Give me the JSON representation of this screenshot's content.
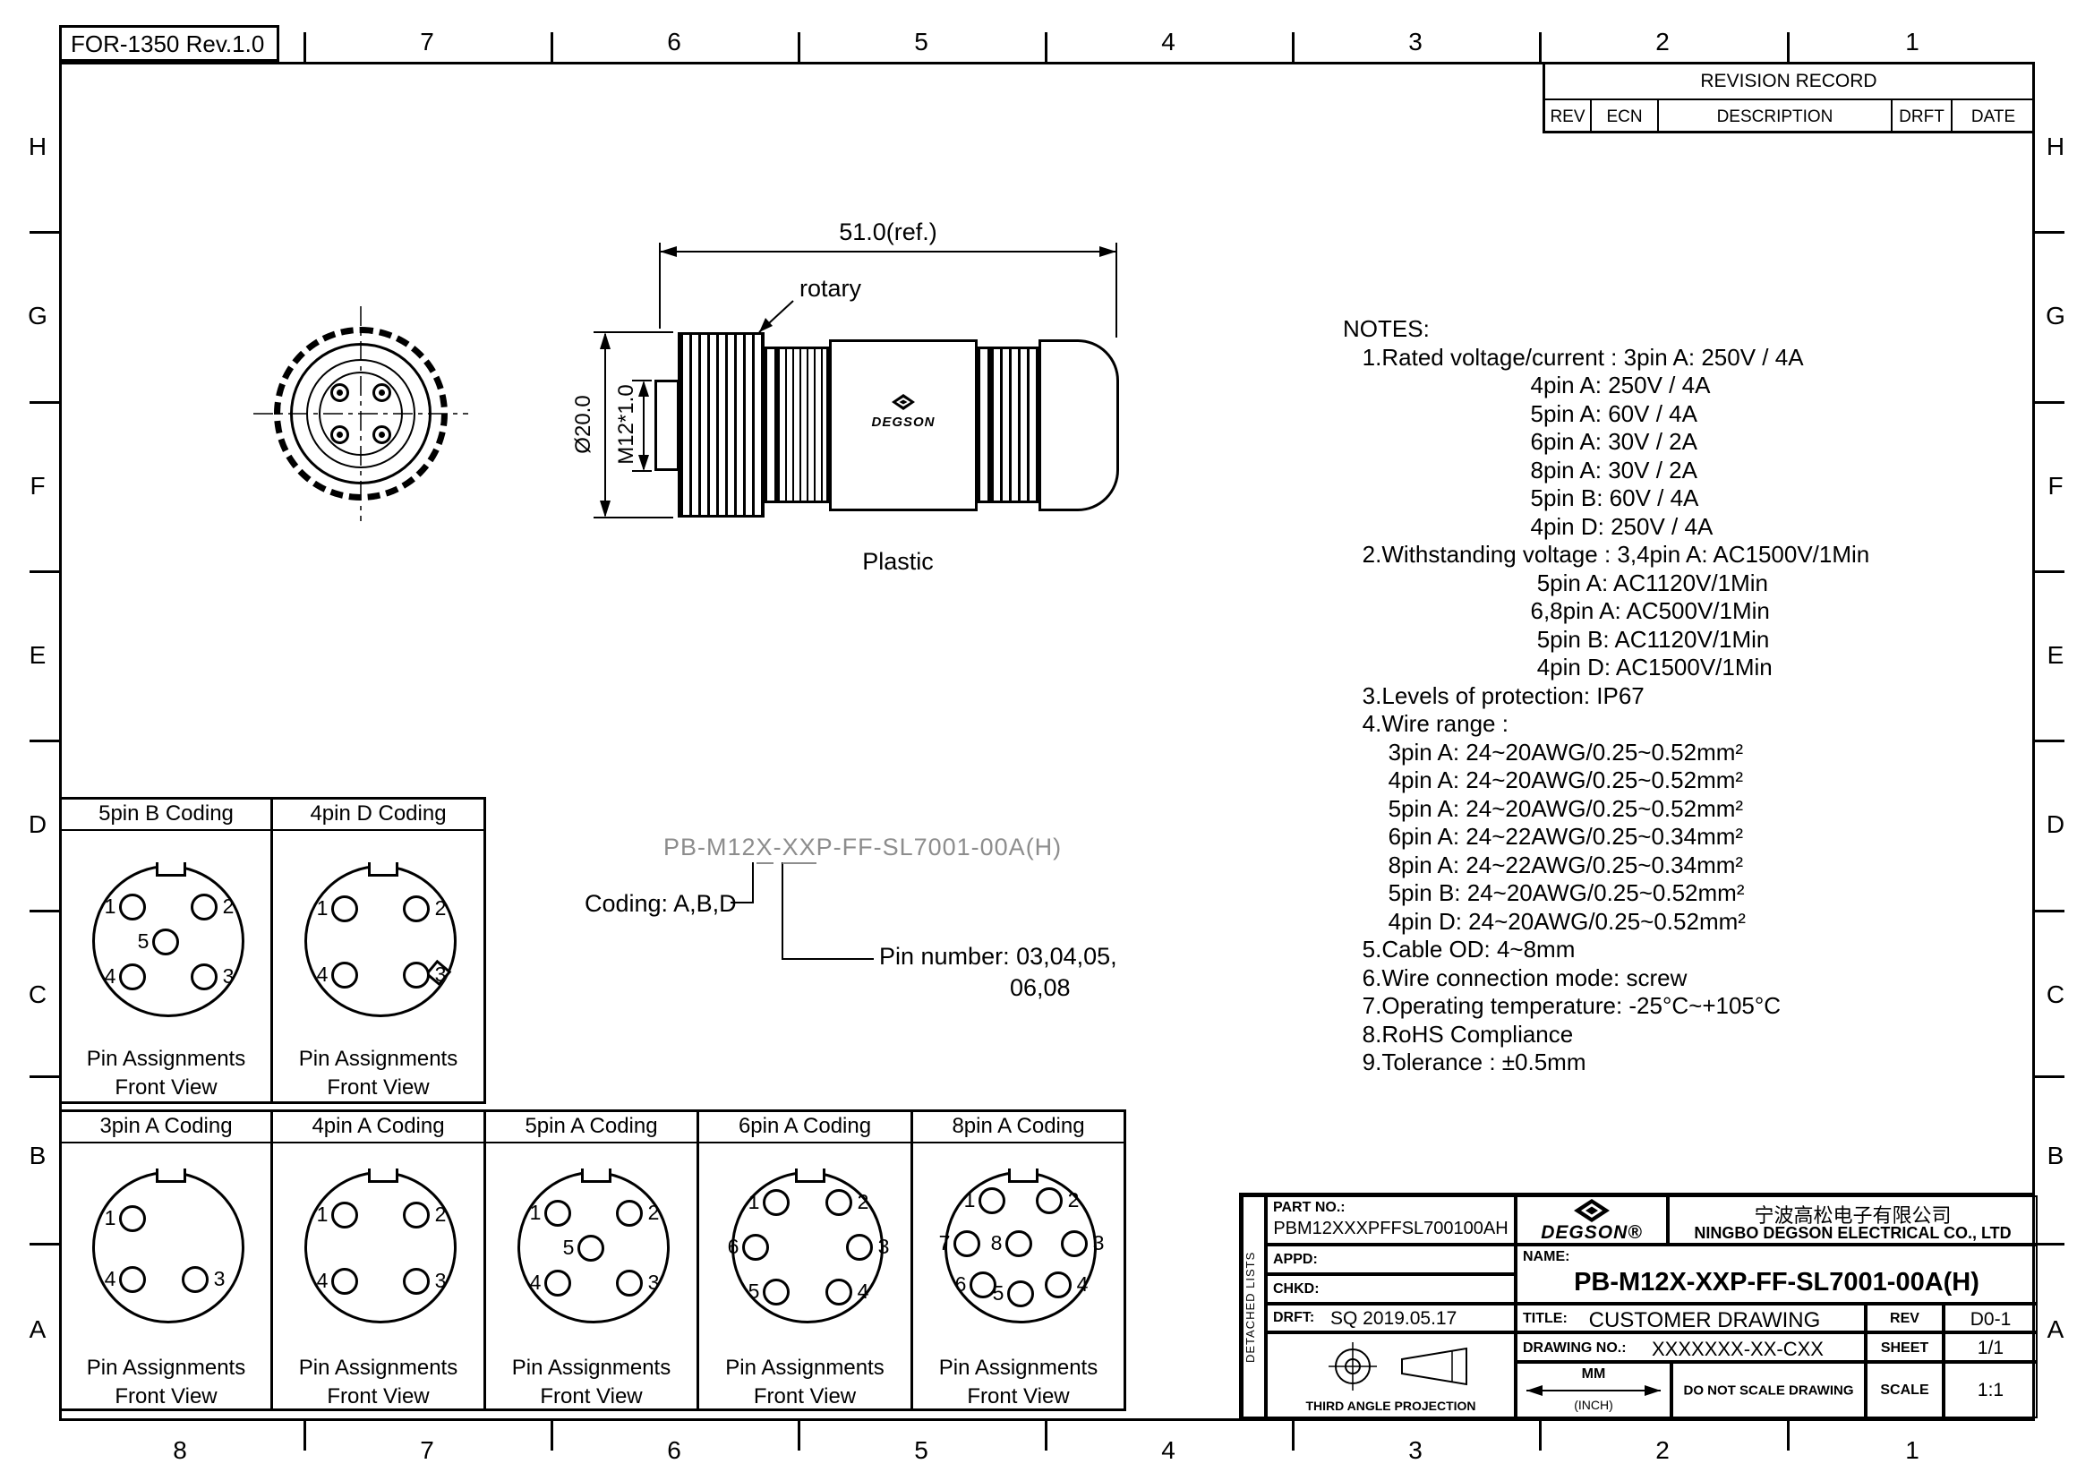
{
  "sheet": {
    "form_no": "FOR-1350 Rev.1.0"
  },
  "grid": {
    "top": [
      "7",
      "6",
      "5",
      "4",
      "3",
      "2",
      "1"
    ],
    "bottom": [
      "8",
      "7",
      "6",
      "5",
      "4",
      "3",
      "2",
      "1"
    ],
    "left": [
      "H",
      "G",
      "F",
      "E",
      "D",
      "C",
      "B",
      "A"
    ],
    "right": [
      "H",
      "G",
      "F",
      "E",
      "D",
      "C",
      "B",
      "A"
    ]
  },
  "revision_table": {
    "title": "REVISION RECORD",
    "columns": [
      "REV",
      "ECN",
      "DESCRIPTION",
      "DRFT",
      "DATE"
    ]
  },
  "drawing": {
    "dim_length": "51.0(ref.)",
    "label_rotary": "rotary",
    "dim_diameter": "Ø20.0",
    "dim_thread": "M12*1.0",
    "label_plastic": "Plastic",
    "body_logo": "DEGSON"
  },
  "callout": {
    "pn_parts": [
      "PB-M12",
      "X",
      "-",
      "XX",
      "P-FF-SL7001-00A(H)"
    ],
    "coding": "Coding: A,B,D",
    "pin_number_line1": "Pin number: 03,04,05,",
    "pin_number_line2": "06,08"
  },
  "notes": [
    "NOTES:",
    "   1.Rated voltage/current : 3pin A: 250V / 4A",
    "                             4pin A: 250V / 4A",
    "                             5pin A: 60V / 4A",
    "                             6pin A: 30V / 2A",
    "                             8pin A: 30V / 2A",
    "                             5pin B: 60V / 4A",
    "                             4pin D: 250V / 4A",
    "   2.Withstanding voltage : 3,4pin A: AC1500V/1Min",
    "                              5pin A: AC1120V/1Min",
    "                             6,8pin A: AC500V/1Min",
    "                              5pin B: AC1120V/1Min",
    "                              4pin D: AC1500V/1Min",
    "   3.Levels of protection: IP67",
    "   4.Wire range :",
    "       3pin A: 24~20AWG/0.25~0.52mm²",
    "       4pin A: 24~20AWG/0.25~0.52mm²",
    "       5pin A: 24~20AWG/0.25~0.52mm²",
    "       6pin A: 24~22AWG/0.25~0.34mm²",
    "       8pin A: 24~22AWG/0.25~0.34mm²",
    "       5pin B: 24~20AWG/0.25~0.52mm²",
    "       4pin D: 24~20AWG/0.25~0.52mm²",
    "   5.Cable OD: 4~8mm",
    "   6.Wire connection mode: screw",
    "   7.Operating temperature: -25°C~+105°C",
    "   8.RoHS Compliance",
    "   9.Tolerance : ±0.5mm"
  ],
  "pin_captions": [
    "Pin Assignments",
    "Front View"
  ],
  "pinboxes": [
    {
      "title": "5pin B Coding",
      "pins": [
        "1",
        "2",
        "5",
        "4",
        "3"
      ]
    },
    {
      "title": "4pin D Coding",
      "pins": [
        "1",
        "2",
        "4",
        "3"
      ]
    },
    {
      "title": "3pin A Coding",
      "pins": [
        "1",
        "4",
        "3"
      ]
    },
    {
      "title": "4pin A Coding",
      "pins": [
        "1",
        "2",
        "4",
        "3"
      ]
    },
    {
      "title": "5pin A Coding",
      "pins": [
        "1",
        "2",
        "5",
        "4",
        "3"
      ]
    },
    {
      "title": "6pin A Coding",
      "pins": [
        "1",
        "2",
        "6",
        "3",
        "5",
        "4"
      ]
    },
    {
      "title": "8pin A Coding",
      "pins": [
        "1",
        "2",
        "7",
        "8",
        "3",
        "6",
        "5",
        "4"
      ]
    }
  ],
  "titleblock": {
    "detached": "DETACHED LISTS",
    "part_no_label": "PART NO.:",
    "part_no": "PBM12XXXPFFSL700100AH",
    "appd": "APPD:",
    "chkd": "CHKD:",
    "drft": "DRFT:",
    "drft_value": "SQ  2019.05.17",
    "third_angle": "THIRD ANGLE PROJECTION",
    "brand": "DEGSON®",
    "company_cn": "宁波高松电子有限公司",
    "company_en": "NINGBO DEGSON ELECTRICAL CO., LTD",
    "name_label": "NAME:",
    "name_value": "PB-M12X-XXP-FF-SL7001-00A(H)",
    "title_label": "TITLE:",
    "title_value": "CUSTOMER  DRAWING",
    "rev_label": "REV",
    "rev_value": "D0-1",
    "drawing_no_label": "DRAWING NO.:",
    "drawing_no_value": "XXXXXXX-XX-CXX",
    "sheet_label": "SHEET",
    "sheet_value": "1/1",
    "units_mm": "MM",
    "units_inch": "(INCH)",
    "do_not_scale": "DO NOT SCALE DRAWING",
    "scale_label": "SCALE",
    "scale_value": "1:1"
  },
  "colors": {
    "line": "#000000",
    "callout_gray": "#8d8d8d",
    "background": "#ffffff"
  }
}
